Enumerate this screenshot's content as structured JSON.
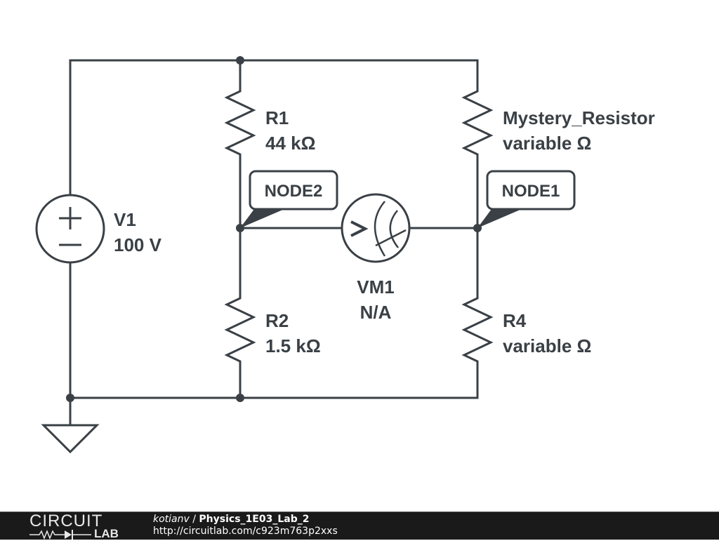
{
  "schematic": {
    "source": {
      "name": "V1",
      "value": "100 V"
    },
    "resistors": [
      {
        "name": "R1",
        "value": "44 kΩ"
      },
      {
        "name": "Mystery_Resistor",
        "value": "variable Ω"
      },
      {
        "name": "R2",
        "value": "1.5 kΩ"
      },
      {
        "name": "R4",
        "value": "variable Ω"
      }
    ],
    "voltmeter": {
      "name": "VM1",
      "value": "N/A"
    },
    "nodes": [
      {
        "label": "NODE2"
      },
      {
        "label": "NODE1"
      }
    ],
    "colors": {
      "wire": "#3a4045",
      "background": "#ffffff"
    }
  },
  "footer": {
    "logo_top": "CIRCUIT",
    "logo_bottom": "LAB",
    "user": "kotianv",
    "separator": " / ",
    "title": "Physics_1E03_Lab_2",
    "url": "http://circuitlab.com/c923m763p2xxs",
    "background": "#1a1a1a"
  }
}
